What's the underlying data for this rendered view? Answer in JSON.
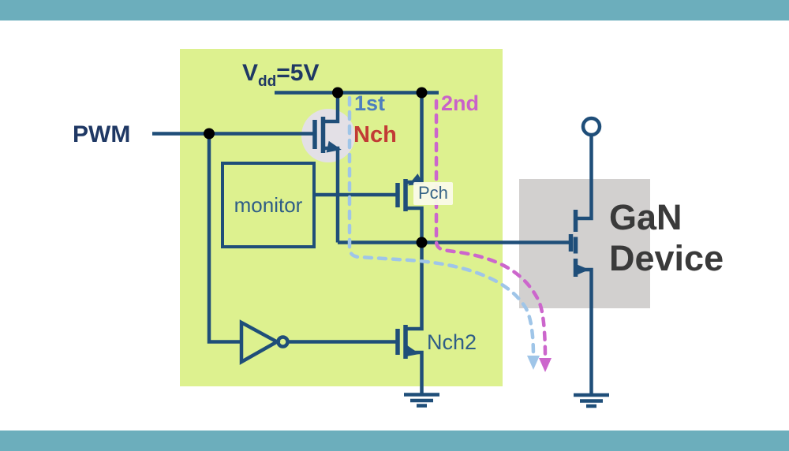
{
  "title": "GaN gate driver circuit diagram",
  "labels": {
    "pwm": "PWM",
    "vdd_main": "V",
    "vdd_sub": "dd",
    "vdd_value": "=5V",
    "first": "1st",
    "second": "2nd",
    "nch": "Nch",
    "pch": "Pch",
    "nch2": "Nch2",
    "monitor": "monitor",
    "gan_line1": "GaN",
    "gan_line2": "Device"
  },
  "icons": [
    "nch-transistor-icon",
    "pch-transistor-icon",
    "nch2-transistor-icon",
    "gan-transistor-icon",
    "inverter-gate-icon",
    "ground-icon-driver",
    "ground-icon-gan",
    "drain-terminal-circle",
    "first-path-dashed-arrow",
    "second-path-dashed-arrow"
  ],
  "colors": {
    "accent_teal": "#6caebc",
    "driver_bg": "#ddf18f",
    "wire": "#1f4e79",
    "label_navy": "#1f3864",
    "component_text": "#2e5d87",
    "nch_red": "#c23b35",
    "first_blue": "#4d7fbe",
    "second_magenta": "#c963c9",
    "dash_blue": "#9fc5e8",
    "dash_magenta": "#cc66cc",
    "highlight_lavender": "#e3deee",
    "gan_box_gray": "#d2d0cf",
    "gan_text": "#3a3a3a",
    "pch_label_bg": "#fbfbea"
  }
}
